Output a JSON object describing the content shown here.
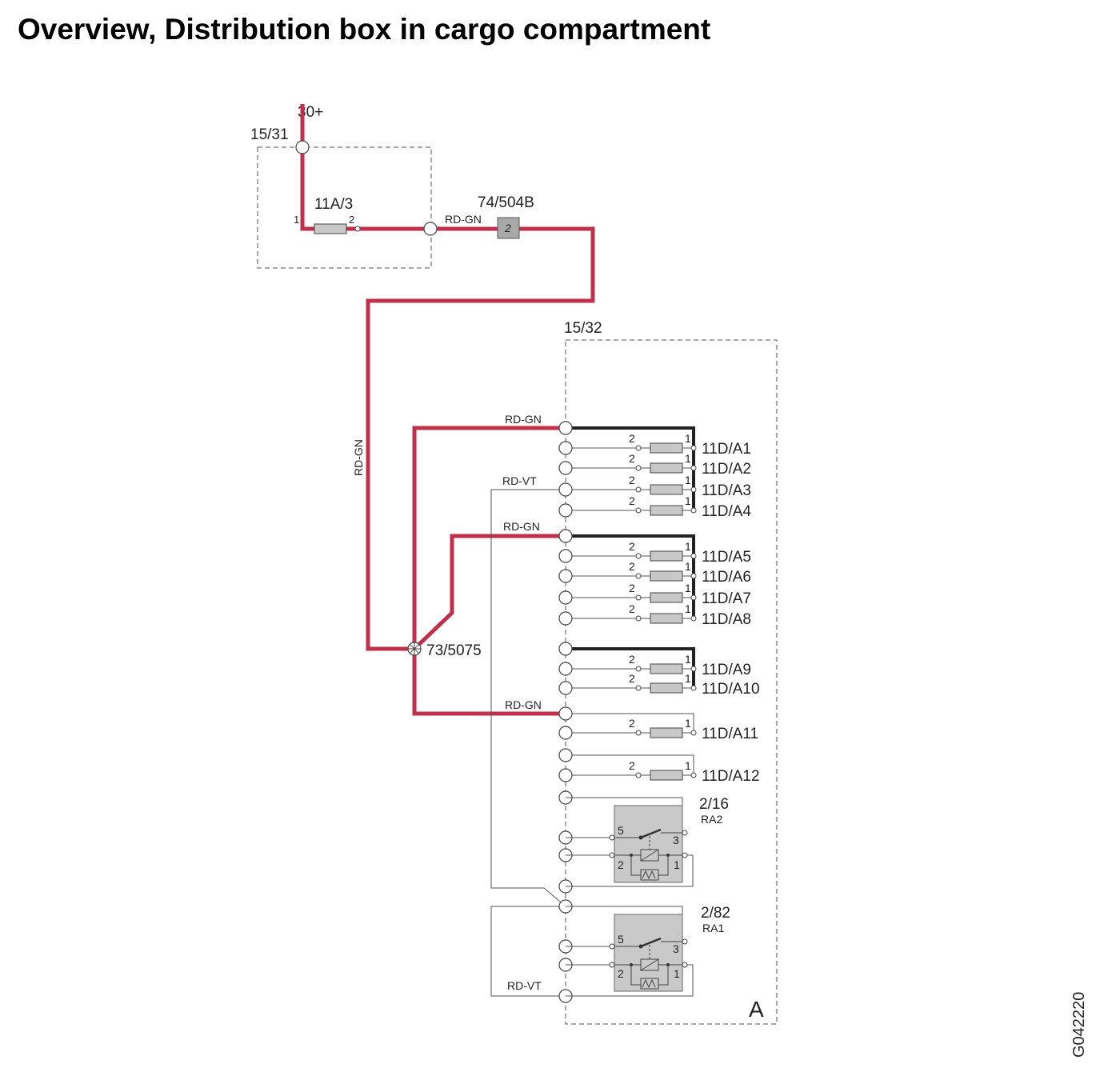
{
  "title": "Overview, Distribution box in cargo compartment",
  "doc_id": "G042220",
  "colors": {
    "wire_red": "#c0304a",
    "bus": "#222222",
    "fuse_fill": "#c8c8c8",
    "relay_fill": "#c9c9c9"
  },
  "supply": {
    "label": "30+"
  },
  "box_1531": {
    "label": "15/31",
    "fuse": "11A/3",
    "pin1": "1",
    "pin2": "2"
  },
  "connector": {
    "label": "74/504B",
    "pin": "2"
  },
  "wires": {
    "rd_gn": "RD-GN",
    "rd_vt": "RD-VT"
  },
  "splice": {
    "label": "73/5075"
  },
  "box_1532": {
    "label": "15/32",
    "corner": "A",
    "fuses": [
      {
        "label": "11D/A1",
        "p2": "2",
        "p1": "1"
      },
      {
        "label": "11D/A2",
        "p2": "2",
        "p1": "1"
      },
      {
        "label": "11D/A3",
        "p2": "2",
        "p1": "1"
      },
      {
        "label": "11D/A4",
        "p2": "2",
        "p1": "1"
      },
      {
        "label": "11D/A5",
        "p2": "2",
        "p1": "1"
      },
      {
        "label": "11D/A6",
        "p2": "2",
        "p1": "1"
      },
      {
        "label": "11D/A7",
        "p2": "2",
        "p1": "1"
      },
      {
        "label": "11D/A8",
        "p2": "2",
        "p1": "1"
      },
      {
        "label": "11D/A9",
        "p2": "2",
        "p1": "1"
      },
      {
        "label": "11D/A10",
        "p2": "2",
        "p1": "1"
      },
      {
        "label": "11D/A11",
        "p2": "2",
        "p1": "1"
      },
      {
        "label": "11D/A12",
        "p2": "2",
        "p1": "1"
      }
    ],
    "relays": [
      {
        "label": "2/16",
        "sub": "RA2",
        "pin5": "5",
        "pin3": "3",
        "pin2": "2",
        "pin1": "1"
      },
      {
        "label": "2/82",
        "sub": "RA1",
        "pin5": "5",
        "pin3": "3",
        "pin2": "2",
        "pin1": "1"
      }
    ]
  }
}
